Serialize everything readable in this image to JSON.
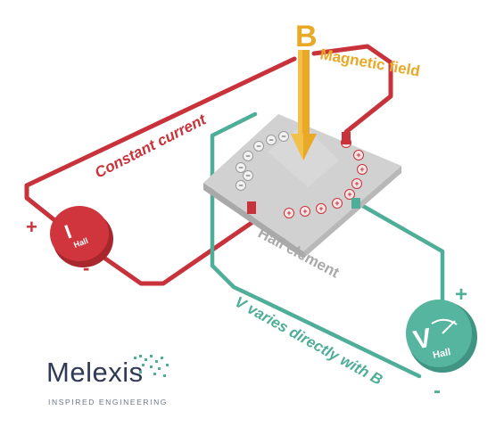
{
  "labels": {
    "b_symbol": "B",
    "magnetic_field": "Magnetic field",
    "constant_current": "Constant current",
    "hall_element": "Hall element",
    "v_varies": "V varies directly with B",
    "i_letter": "I",
    "i_subscript": "Hall",
    "v_letter": "V",
    "v_subscript": "Hall"
  },
  "signs": {
    "current_plus": "+",
    "current_minus": "-",
    "voltage_plus": "+",
    "voltage_minus": "-"
  },
  "logo": {
    "name": "Melexis",
    "tagline": "INSPIRED ENGINEERING"
  },
  "colors": {
    "current_wire": "#c8323a",
    "voltage_wire": "#4fae98",
    "field_arrow": "#e9a825",
    "plate": "#c9c9c9",
    "logo_text": "#2f3a55",
    "logo_dots": "#4fae98"
  },
  "icons": {
    "current_source": "current-meter-icon",
    "voltmeter": "voltmeter-icon"
  }
}
